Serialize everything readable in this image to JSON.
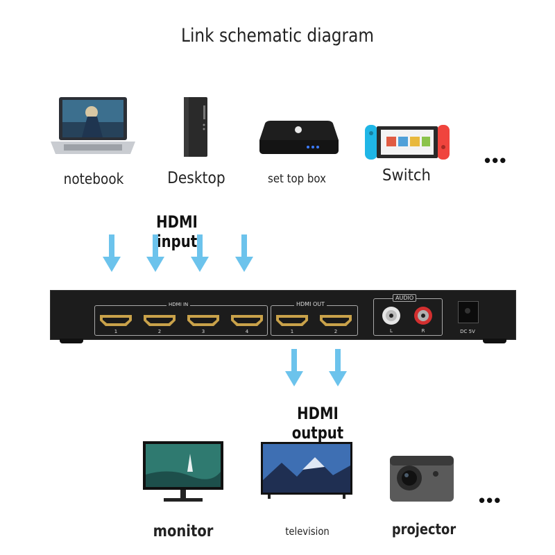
{
  "title": "Link schematic diagram",
  "sources": [
    {
      "label": "notebook",
      "icon": "laptop-icon"
    },
    {
      "label": "Desktop",
      "icon": "desktop-tower-icon"
    },
    {
      "label": "set top box",
      "icon": "set-top-box-icon"
    },
    {
      "label": "Switch",
      "icon": "game-console-icon"
    }
  ],
  "more_sources": "•••",
  "input_heading": "HDMI input",
  "output_heading": "HDMI output",
  "device": {
    "group_in": "HDMI IN",
    "group_out": "HDMI OUT",
    "group_audio": "AUDIO",
    "in_ports": [
      "1",
      "2",
      "3",
      "4"
    ],
    "out_ports": [
      "1",
      "2"
    ],
    "audio_ports": [
      "L",
      "R"
    ],
    "power": "DC 5V"
  },
  "outputs": [
    {
      "label": "monitor",
      "icon": "monitor-icon"
    },
    {
      "label": "television",
      "icon": "television-icon"
    },
    {
      "label": "projector",
      "icon": "projector-icon"
    }
  ],
  "more_outputs": "•••",
  "colors": {
    "arrow": "#6cc3ec",
    "device": "#1c1c1c",
    "port_gold": "#c9a24a"
  }
}
